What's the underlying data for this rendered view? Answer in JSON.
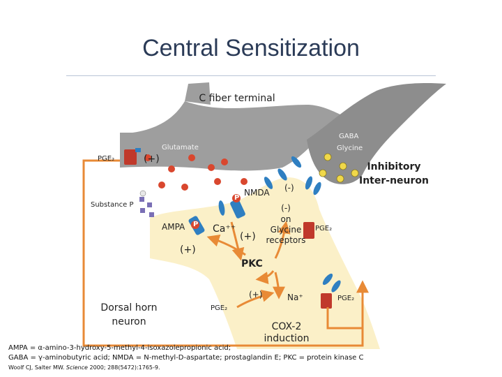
{
  "title": "Central Sensitization",
  "labels": {
    "c_fiber_terminal": "C fiber terminal",
    "glutamate": "Glutamate",
    "pge2_left": "PGE₂",
    "plus_presynaptic": "(+)",
    "gaba": "GABA",
    "glycine": "Glycine",
    "inhibitory_line1": "Inhibitory",
    "inhibitory_line2": "Inter-neuron",
    "nmda": "NMDA",
    "p_nmda": "P",
    "minus_nmda": "(-)",
    "substance_p": "Substance P",
    "ampa": "AMPA",
    "p_ampa": "P",
    "ca": "Ca⁺⁺",
    "minus_glycine": "(-)",
    "on": "on",
    "glycine_receptors_line1": "Glycine",
    "glycine_receptors_line2": "receptors",
    "pge2_right": "PGE₂",
    "plus_nmda_ca": "(+)",
    "plus_ampa": "(+)",
    "pkc": "PKC",
    "dorsal_horn_line1": "Dorsal horn",
    "dorsal_horn_line2": "neuron",
    "pge2_bottom": "PGE₂",
    "plus_pkc": "(+)",
    "na": "Na⁺",
    "pge2_far_right": "PGE₂",
    "cox2_line1": "COX-2",
    "cox2_line2": "induction"
  },
  "footer": {
    "line1": "AMPA = α-amino-3-hydroxy-5-methyl-4-isoxazolepropionic acid;",
    "line2": "GABA = γ-aminobutyric acid; NMDA = N-methyl-D-aspartate; prostaglandin E; PKC = protein kinase C",
    "line3_pre": "Woolf CJ, Salter MW. ",
    "line3_journal": "Science",
    "line3_post": " 2000; 288(5472):1765-9."
  },
  "colors": {
    "dorsal_horn": "#fbf0c8",
    "c_fiber": "#9e9e9e",
    "interneuron": "#8d8d8d",
    "receptor_red": "#c0392b",
    "receptor_blue": "#2f7fc1",
    "glutamate_red": "#d9472e",
    "substance_p_purple": "#7a6fb5",
    "arrow_orange": "#e88a36"
  }
}
